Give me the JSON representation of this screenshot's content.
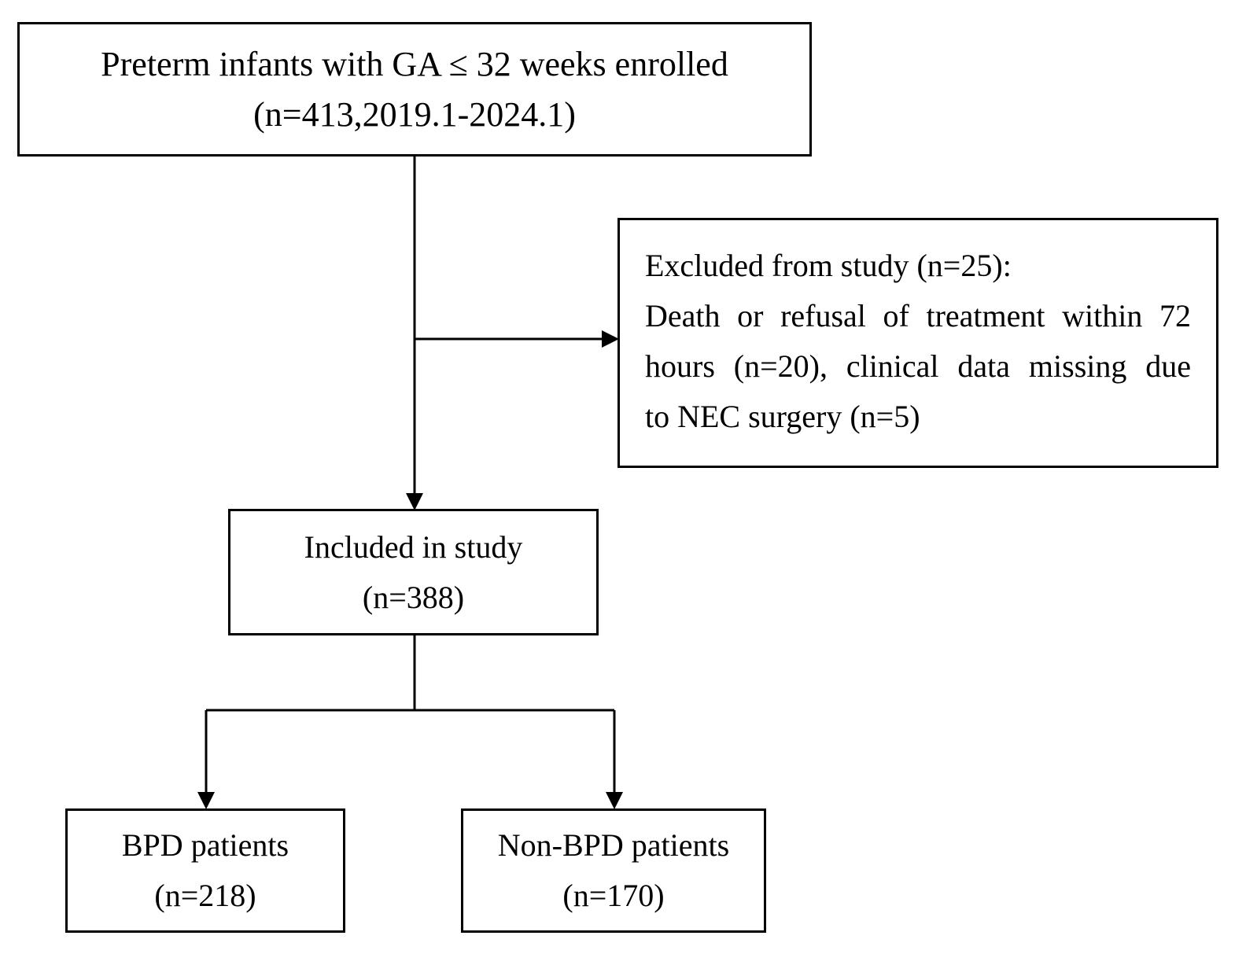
{
  "flowchart": {
    "enrolled": {
      "line1": "Preterm infants with GA ≤ 32 weeks enrolled",
      "line2": "(n=413,2019.1-2024.1)"
    },
    "excluded": {
      "line1": "Excluded from study (n=25):",
      "line2": "Death or refusal of treatment within 72",
      "line3": "hours (n=20), clinical data missing due",
      "line4": "to NEC surgery (n=5)"
    },
    "included": {
      "line1": "Included in study",
      "line2": "(n=388)"
    },
    "bpd": {
      "line1": "BPD patients",
      "line2": "(n=218)"
    },
    "non_bpd": {
      "line1": "Non-BPD patients",
      "line2": "(n=170)"
    }
  },
  "colors": {
    "stroke": "#000000",
    "background": "#ffffff"
  }
}
